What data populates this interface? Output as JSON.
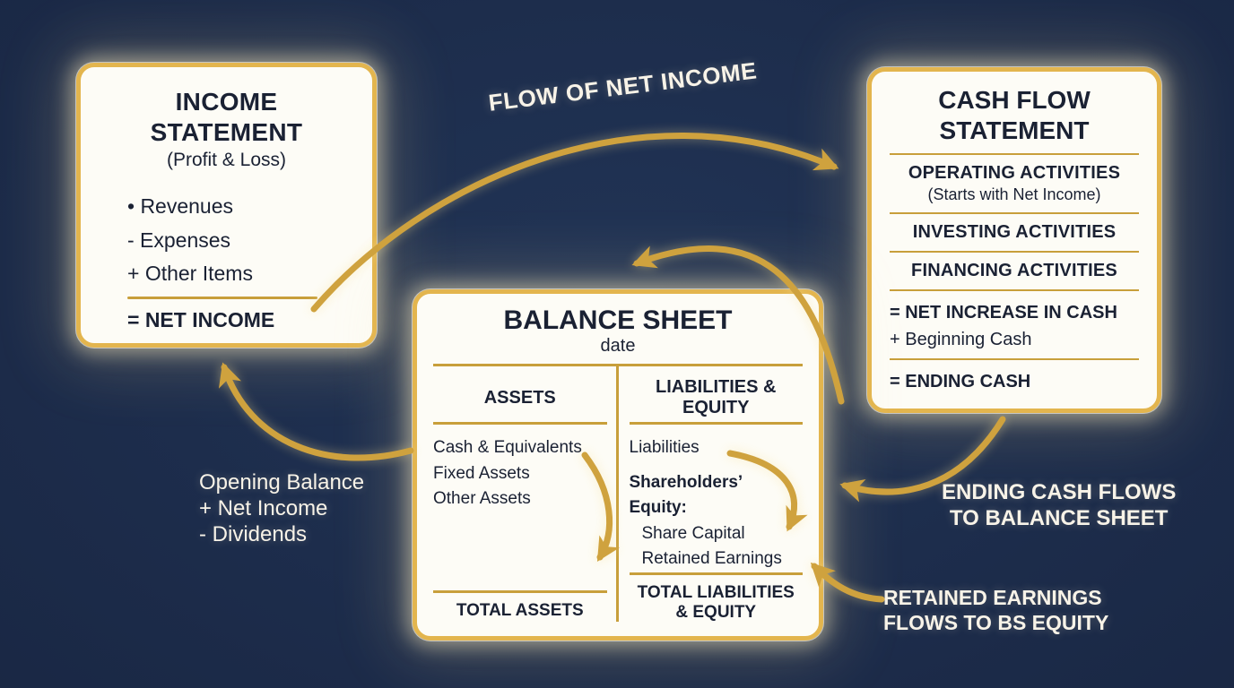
{
  "colors": {
    "background": "#1a2845",
    "gold": "#cfa23e",
    "box_background": "#fdfcf6",
    "box_border": "#e3b54e",
    "dark_text": "#1a2133",
    "light_text": "#f8f3e8"
  },
  "income_statement": {
    "title": "INCOME STATEMENT",
    "subtitle": "(Profit & Loss)",
    "items": [
      "• Revenues",
      "- Expenses",
      "+ Other Items"
    ],
    "result": "= NET INCOME"
  },
  "cash_flow_statement": {
    "title": "CASH FLOW STATEMENT",
    "operating": "OPERATING ACTIVITIES",
    "operating_note": "(Starts with Net Income)",
    "investing": "INVESTING ACTIVITIES",
    "financing": "FINANCING ACTIVITIES",
    "net_increase": "= NET INCREASE IN CASH",
    "beginning_cash": "+ Beginning Cash",
    "ending_cash": "= ENDING CASH"
  },
  "balance_sheet": {
    "title": "BALANCE SHEET",
    "subtitle": "date",
    "assets": {
      "header": "ASSETS",
      "items": [
        "Cash & Equivalents",
        "Fixed Assets",
        "Other Assets"
      ],
      "total": "TOTAL ASSETS"
    },
    "liabilities_equity": {
      "header": "LIABILITIES & EQUITY",
      "liabilities": "Liabilities",
      "equity_header": "Shareholders’ Equity:",
      "equity_items": [
        "Share Capital",
        "Retained Earnings"
      ],
      "total": "TOTAL LIABILITIES & EQUITY"
    }
  },
  "annotations": {
    "flow_of_net_income": "FLOW OF NET INCOME",
    "opening_balance": [
      "Opening Balance",
      "+ Net Income",
      "- Dividends"
    ],
    "ending_cash_flows": [
      "ENDING CASH FLOWS",
      "TO BALANCE SHEET"
    ],
    "retained_earnings_flows": [
      "RETAINED EARNINGS",
      "FLOWS TO BS EQUITY"
    ]
  }
}
